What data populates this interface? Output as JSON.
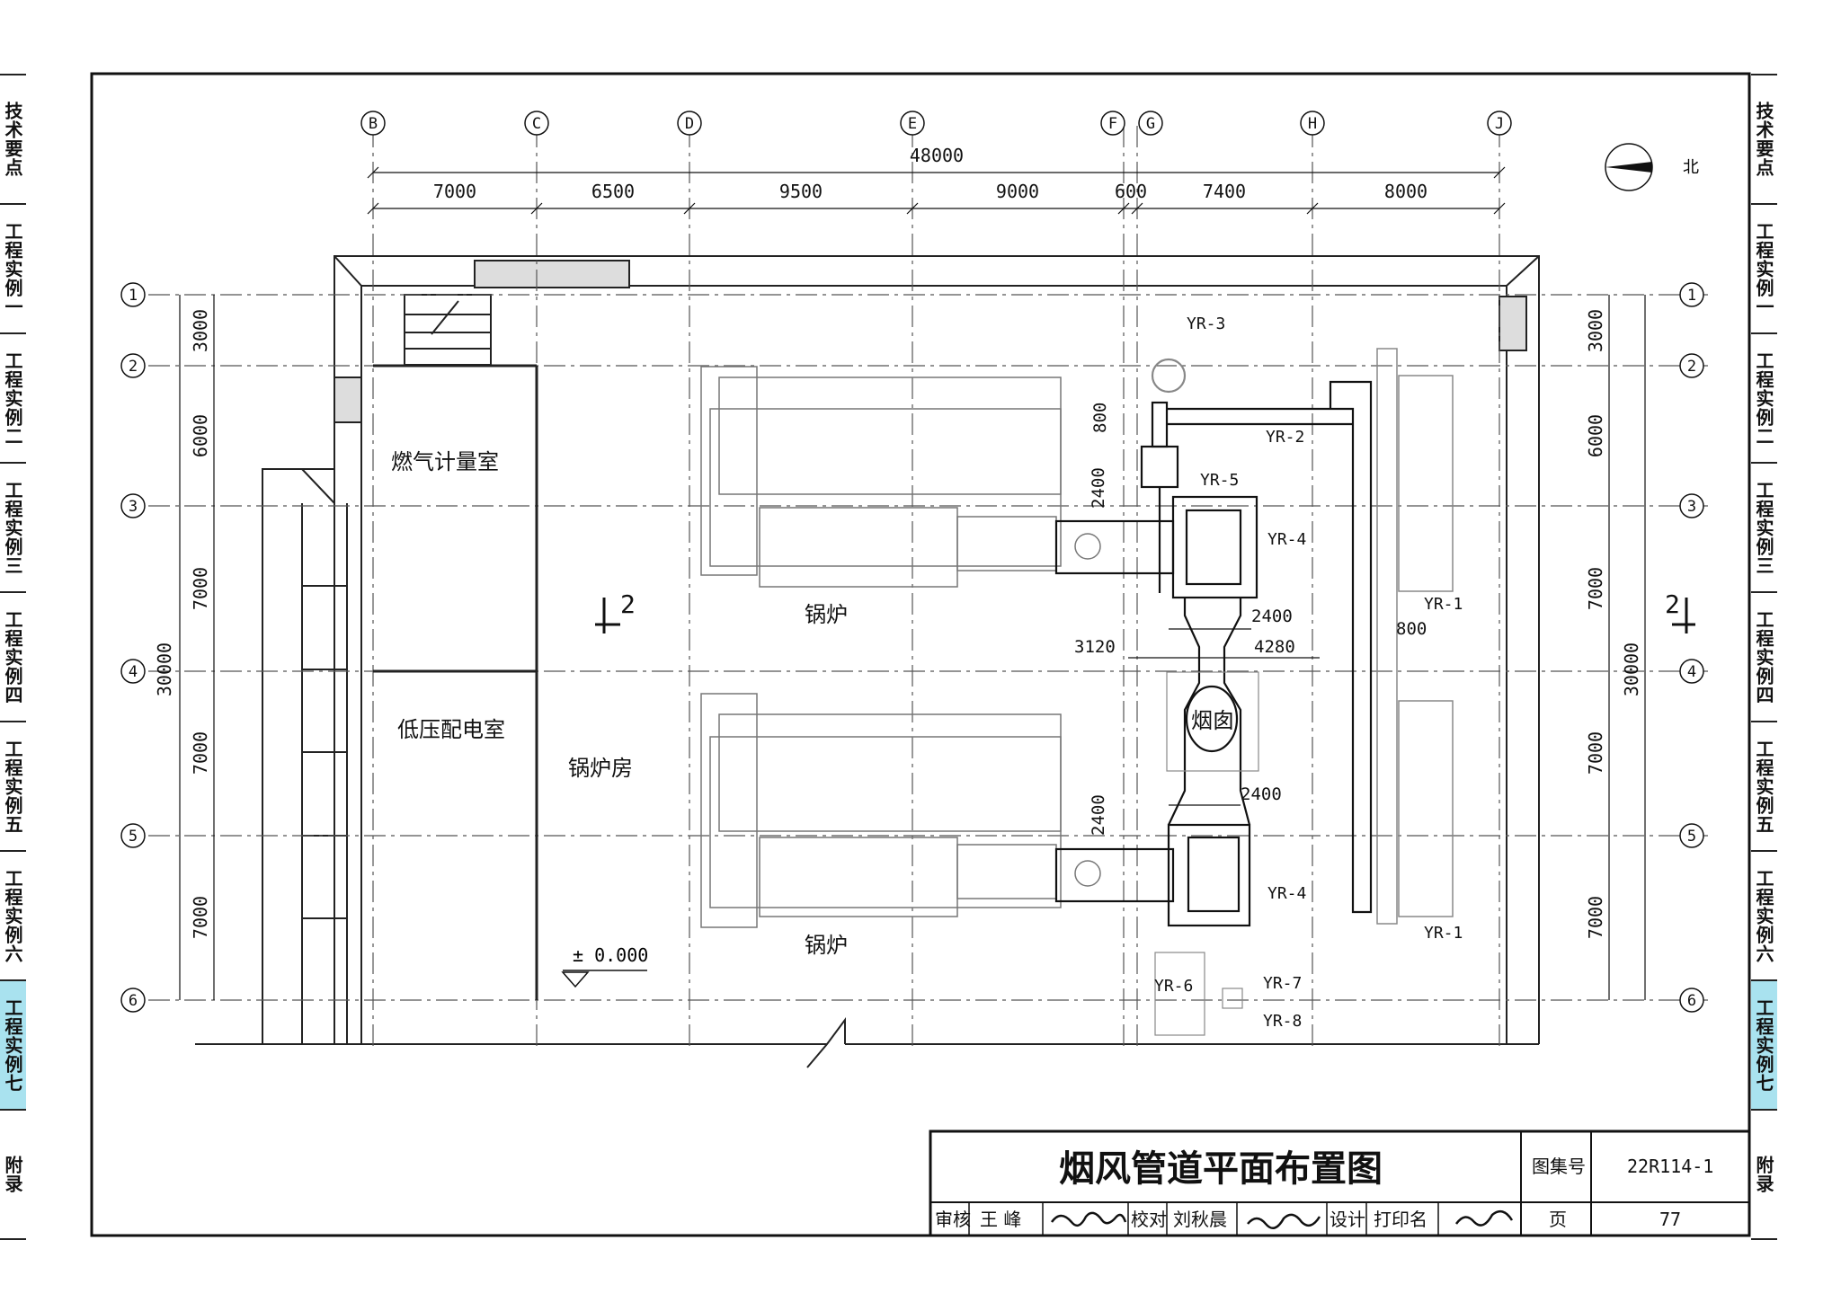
{
  "side_tabs": [
    {
      "label": "技术要点",
      "active": false
    },
    {
      "label": "工程实例一",
      "active": false
    },
    {
      "label": "工程实例二",
      "active": false
    },
    {
      "label": "工程实例三",
      "active": false
    },
    {
      "label": "工程实例四",
      "active": false
    },
    {
      "label": "工程实例五",
      "active": false
    },
    {
      "label": "工程实例六",
      "active": false
    },
    {
      "label": "工程实例七",
      "active": true
    },
    {
      "label": "附录",
      "active": false
    }
  ],
  "drawing": {
    "column_axes": [
      "B",
      "C",
      "D",
      "E",
      "F",
      "G",
      "H",
      "J"
    ],
    "row_axes": [
      "1",
      "2",
      "3",
      "4",
      "5",
      "6"
    ],
    "total_width": "48000",
    "column_spacings": [
      "7000",
      "6500",
      "9500",
      "9000",
      "600",
      "7400",
      "8000"
    ],
    "total_depth": "30000",
    "row_spacings": [
      "3000",
      "6000",
      "7000",
      "7000",
      "7000"
    ],
    "north_label": "北",
    "rooms": {
      "gas_metering": "燃气计量室",
      "lv_distribution": "低压配电室",
      "boiler_room": "锅炉房",
      "chimney": "烟囱"
    },
    "boiler_label": "锅炉",
    "elevation": "± 0.000",
    "section_mark": "2",
    "tags": {
      "yr1": "YR-1",
      "yr2": "YR-2",
      "yr3": "YR-3",
      "yr4": "YR-4",
      "yr5": "YR-5",
      "yr6": "YR-6",
      "yr7": "YR-7",
      "yr8": "YR-8"
    },
    "dims": {
      "d800": "800",
      "d2400": "2400",
      "d3120": "3120",
      "d4280": "4280"
    }
  },
  "title_block": {
    "title": "烟风管道平面布置图",
    "atlas_label": "图集号",
    "atlas_no": "22R114-1",
    "review_label": "审核",
    "reviewer": "王 峰",
    "check_label": "校对",
    "checker": "刘秋晨",
    "design_label": "设计",
    "designer": "打印名",
    "page_label": "页",
    "page_no": "77"
  }
}
